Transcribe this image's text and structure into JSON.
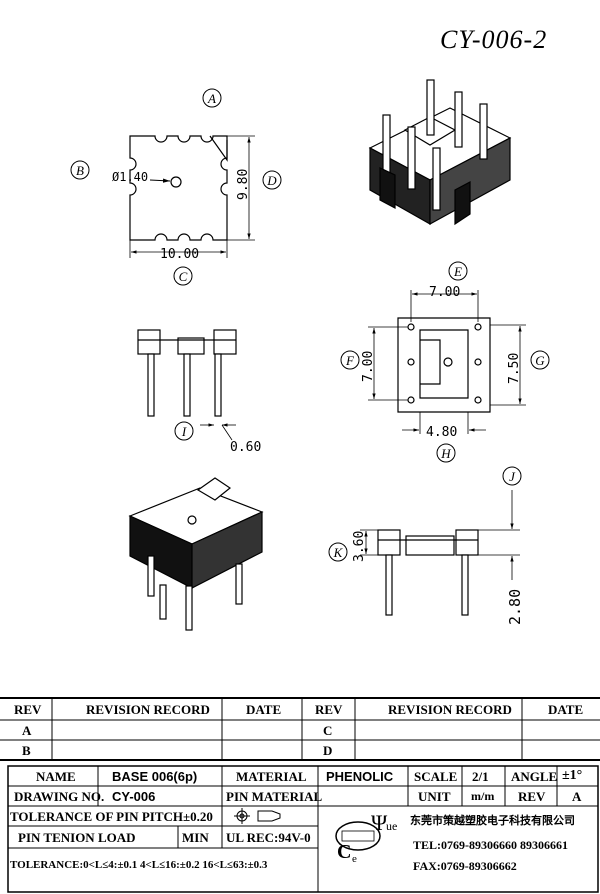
{
  "title": "CY-006-2",
  "labels": {
    "A": "A",
    "B": "B",
    "C": "C",
    "D": "D",
    "E": "E",
    "F": "F",
    "G": "G",
    "H": "H",
    "I": "I",
    "J": "J",
    "K": "K"
  },
  "dims": {
    "hole": "Ø1.40",
    "height": "9.80",
    "width": "10.00",
    "pitch_top": "7.00",
    "pitch_left": "7.00",
    "pitch_right": "7.50",
    "pitch_bottom": "4.80",
    "pin_dia": "0.60",
    "body_h": "3.60",
    "pin_len": "2.80"
  },
  "revision": {
    "header": [
      "REV",
      "REVISION RECORD",
      "DATE",
      "REV",
      "REVISION RECORD",
      "DATE"
    ],
    "rows": [
      [
        "A",
        "",
        "",
        "C",
        "",
        ""
      ],
      [
        "B",
        "",
        "",
        "D",
        "",
        ""
      ]
    ]
  },
  "title_block": {
    "name_label": "NAME",
    "name_value": "BASE 006(6p)",
    "material_label": "MATERIAL",
    "material_value": "PHENOLIC",
    "scale_label": "SCALE",
    "scale_value": "2/1",
    "angle_label": "ANGLE",
    "angle_value": "±1°",
    "drawing_no_label": "DRAWING NO.",
    "drawing_no_value": "CY-006",
    "pin_material_label": "PIN MATERIAL",
    "unit_label": "UNIT",
    "unit_value": "m/m",
    "rev_label": "REV",
    "rev_value": "A",
    "tol_pitch": "TOLERANCE OF PIN PITCH±0.20",
    "pin_tension": "PIN TENION LOAD",
    "min_label": "MIN",
    "ul_rec": "UL REC:94V-0",
    "tolerance": "TOLERANCE:0<L≤4:±0.1  4<L≤16:±0.2  16<L≤63:±0.3",
    "company": "东莞市策越塑胶电子科技有限公司",
    "tel": "TEL:0769-89306660 89306661",
    "fax": "FAX:0769-89306662",
    "logo_text": "CeYue"
  }
}
